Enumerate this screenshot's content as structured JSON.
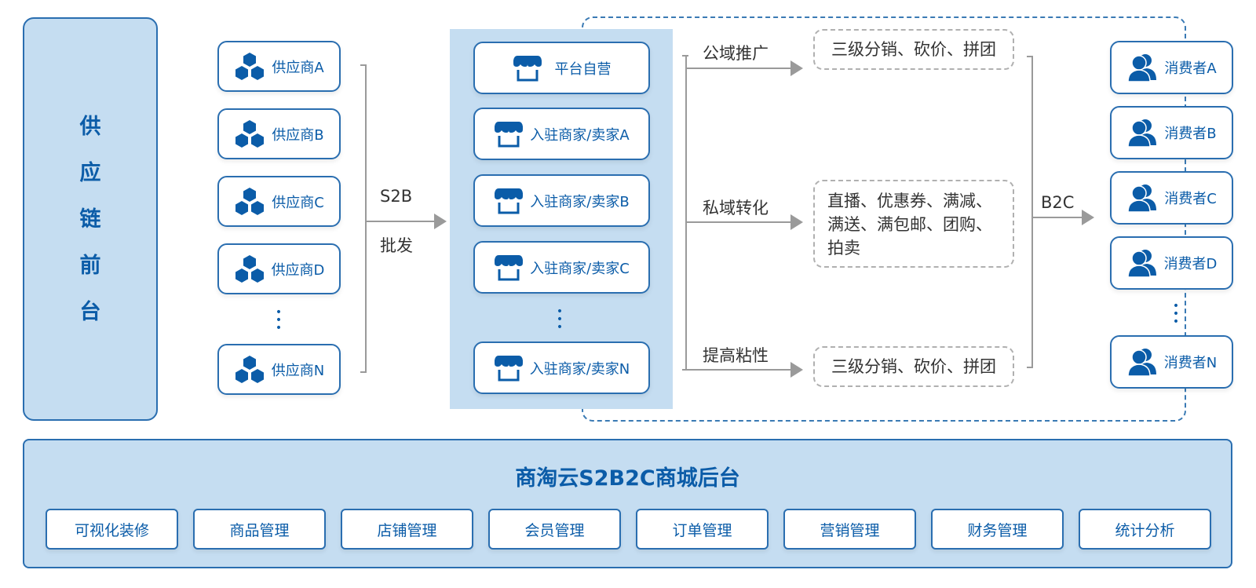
{
  "front_panel": {
    "chars": [
      "供",
      "应",
      "链",
      "前",
      "台"
    ]
  },
  "suppliers": {
    "items": [
      "供应商A",
      "供应商B",
      "供应商C",
      "供应商D",
      "供应商N"
    ],
    "icon": "hexagon-cluster-icon"
  },
  "s2b_flow": {
    "label_top": "S2B",
    "label_bottom": "批发"
  },
  "merchants": {
    "items": [
      "平台自营",
      "入驻商家/卖家A",
      "入驻商家/卖家B",
      "入驻商家/卖家C",
      "入驻商家/卖家N"
    ],
    "icon": "storefront-icon"
  },
  "channels": [
    {
      "label": "公域推广",
      "strategy": "三级分销、砍价、拼团"
    },
    {
      "label": "私域转化",
      "strategy_lines": [
        "直播、优惠券、满减、",
        "满送、满包邮、团购、",
        "拍卖"
      ]
    },
    {
      "label": "提高粘性",
      "strategy": "三级分销、砍价、拼团"
    }
  ],
  "b2c_flow": {
    "label": "B2C"
  },
  "consumers": {
    "items": [
      "消费者A",
      "消费者B",
      "消费者C",
      "消费者D",
      "消费者N"
    ],
    "icon": "users-icon"
  },
  "backend": {
    "title": "商淘云S2B2C商城后台",
    "modules": [
      "可视化装修",
      "商品管理",
      "店铺管理",
      "会员管理",
      "订单管理",
      "营销管理",
      "财务管理",
      "统计分析"
    ]
  },
  "colors": {
    "primary": "#0b5ca8",
    "border": "#2a6eb0",
    "panel_bg": "#c5ddf1",
    "connector": "#9a9a9a"
  }
}
